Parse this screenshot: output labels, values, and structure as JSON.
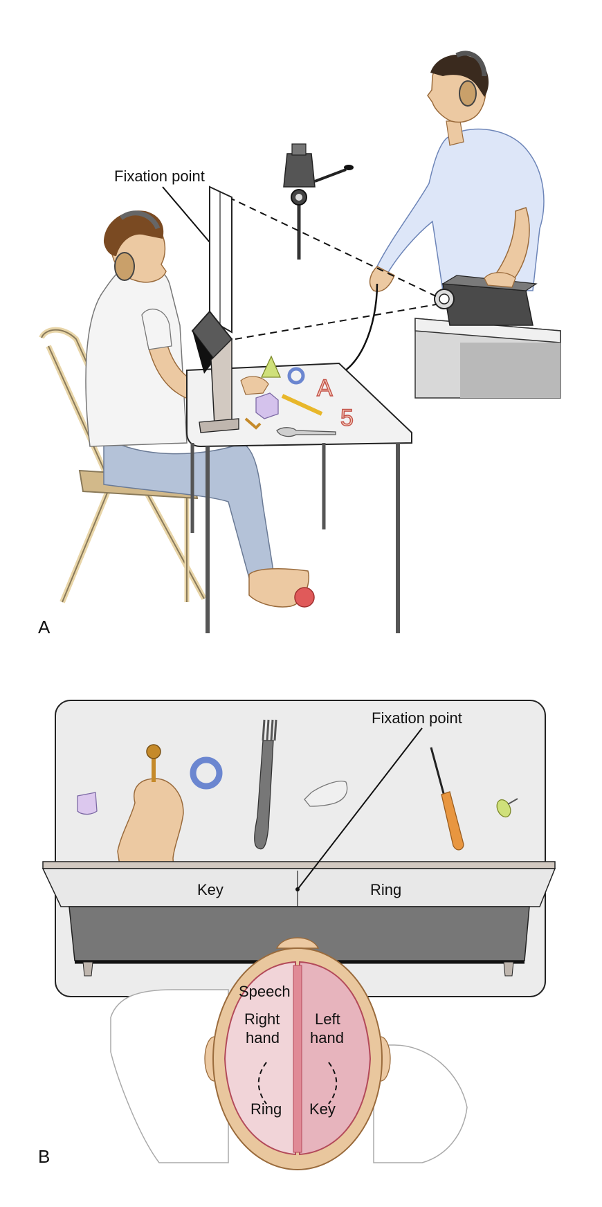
{
  "panel_a": {
    "letter": "A",
    "fixation_label": "Fixation point"
  },
  "panel_b": {
    "letter": "B",
    "fixation_label": "Fixation point",
    "screen_left_word": "Key",
    "screen_right_word": "Ring",
    "brain": {
      "speech": "Speech",
      "left_hemisphere_line1": "Right",
      "left_hemisphere_line2": "hand",
      "right_hemisphere_line1": "Left",
      "right_hemisphere_line2": "hand",
      "left_bottom": "Ring",
      "right_bottom": "Key"
    }
  },
  "colors": {
    "skin": "#ecc9a2",
    "skin_outline": "#9a6b3c",
    "shirt_white": "#f4f4f4",
    "shirt_blue": "#dde6f8",
    "pants": "#b4c2d8",
    "hair": "#7a4a22",
    "hair_dark": "#3a2a1e",
    "table_top": "#f2f2f2",
    "screen_dark": "#555555",
    "panel_bg": "#ececec",
    "brain_pink": "#e7b4bd",
    "brain_outline": "#b34a5a",
    "skull": "#e9c79e"
  }
}
